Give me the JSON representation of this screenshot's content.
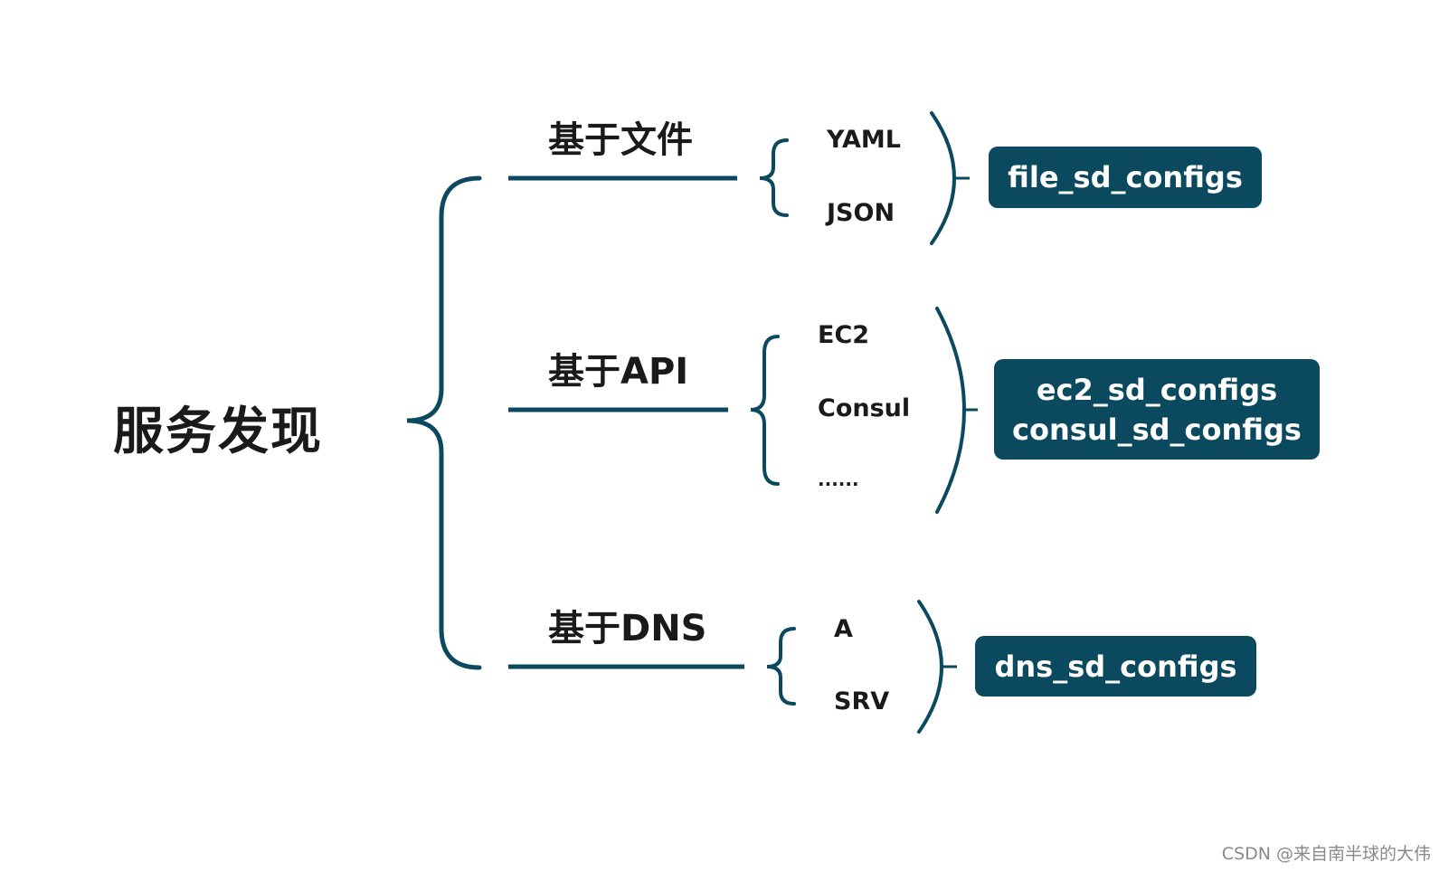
{
  "colors": {
    "accent": "#0b4a5e",
    "text": "#1a1a1a",
    "watermark": "#8a8a8a"
  },
  "root": {
    "label": "服务发现"
  },
  "branches": [
    {
      "label": "基于文件",
      "items": [
        "YAML",
        "JSON"
      ],
      "configs": [
        "file_sd_configs"
      ]
    },
    {
      "label": "基于API",
      "items": [
        "EC2",
        "Consul",
        "......"
      ],
      "configs": [
        "ec2_sd_configs",
        "consul_sd_configs"
      ]
    },
    {
      "label": "基于DNS",
      "items": [
        "A",
        "SRV"
      ],
      "configs": [
        "dns_sd_configs"
      ]
    }
  ],
  "watermark": "CSDN @来自南半球的大伟"
}
